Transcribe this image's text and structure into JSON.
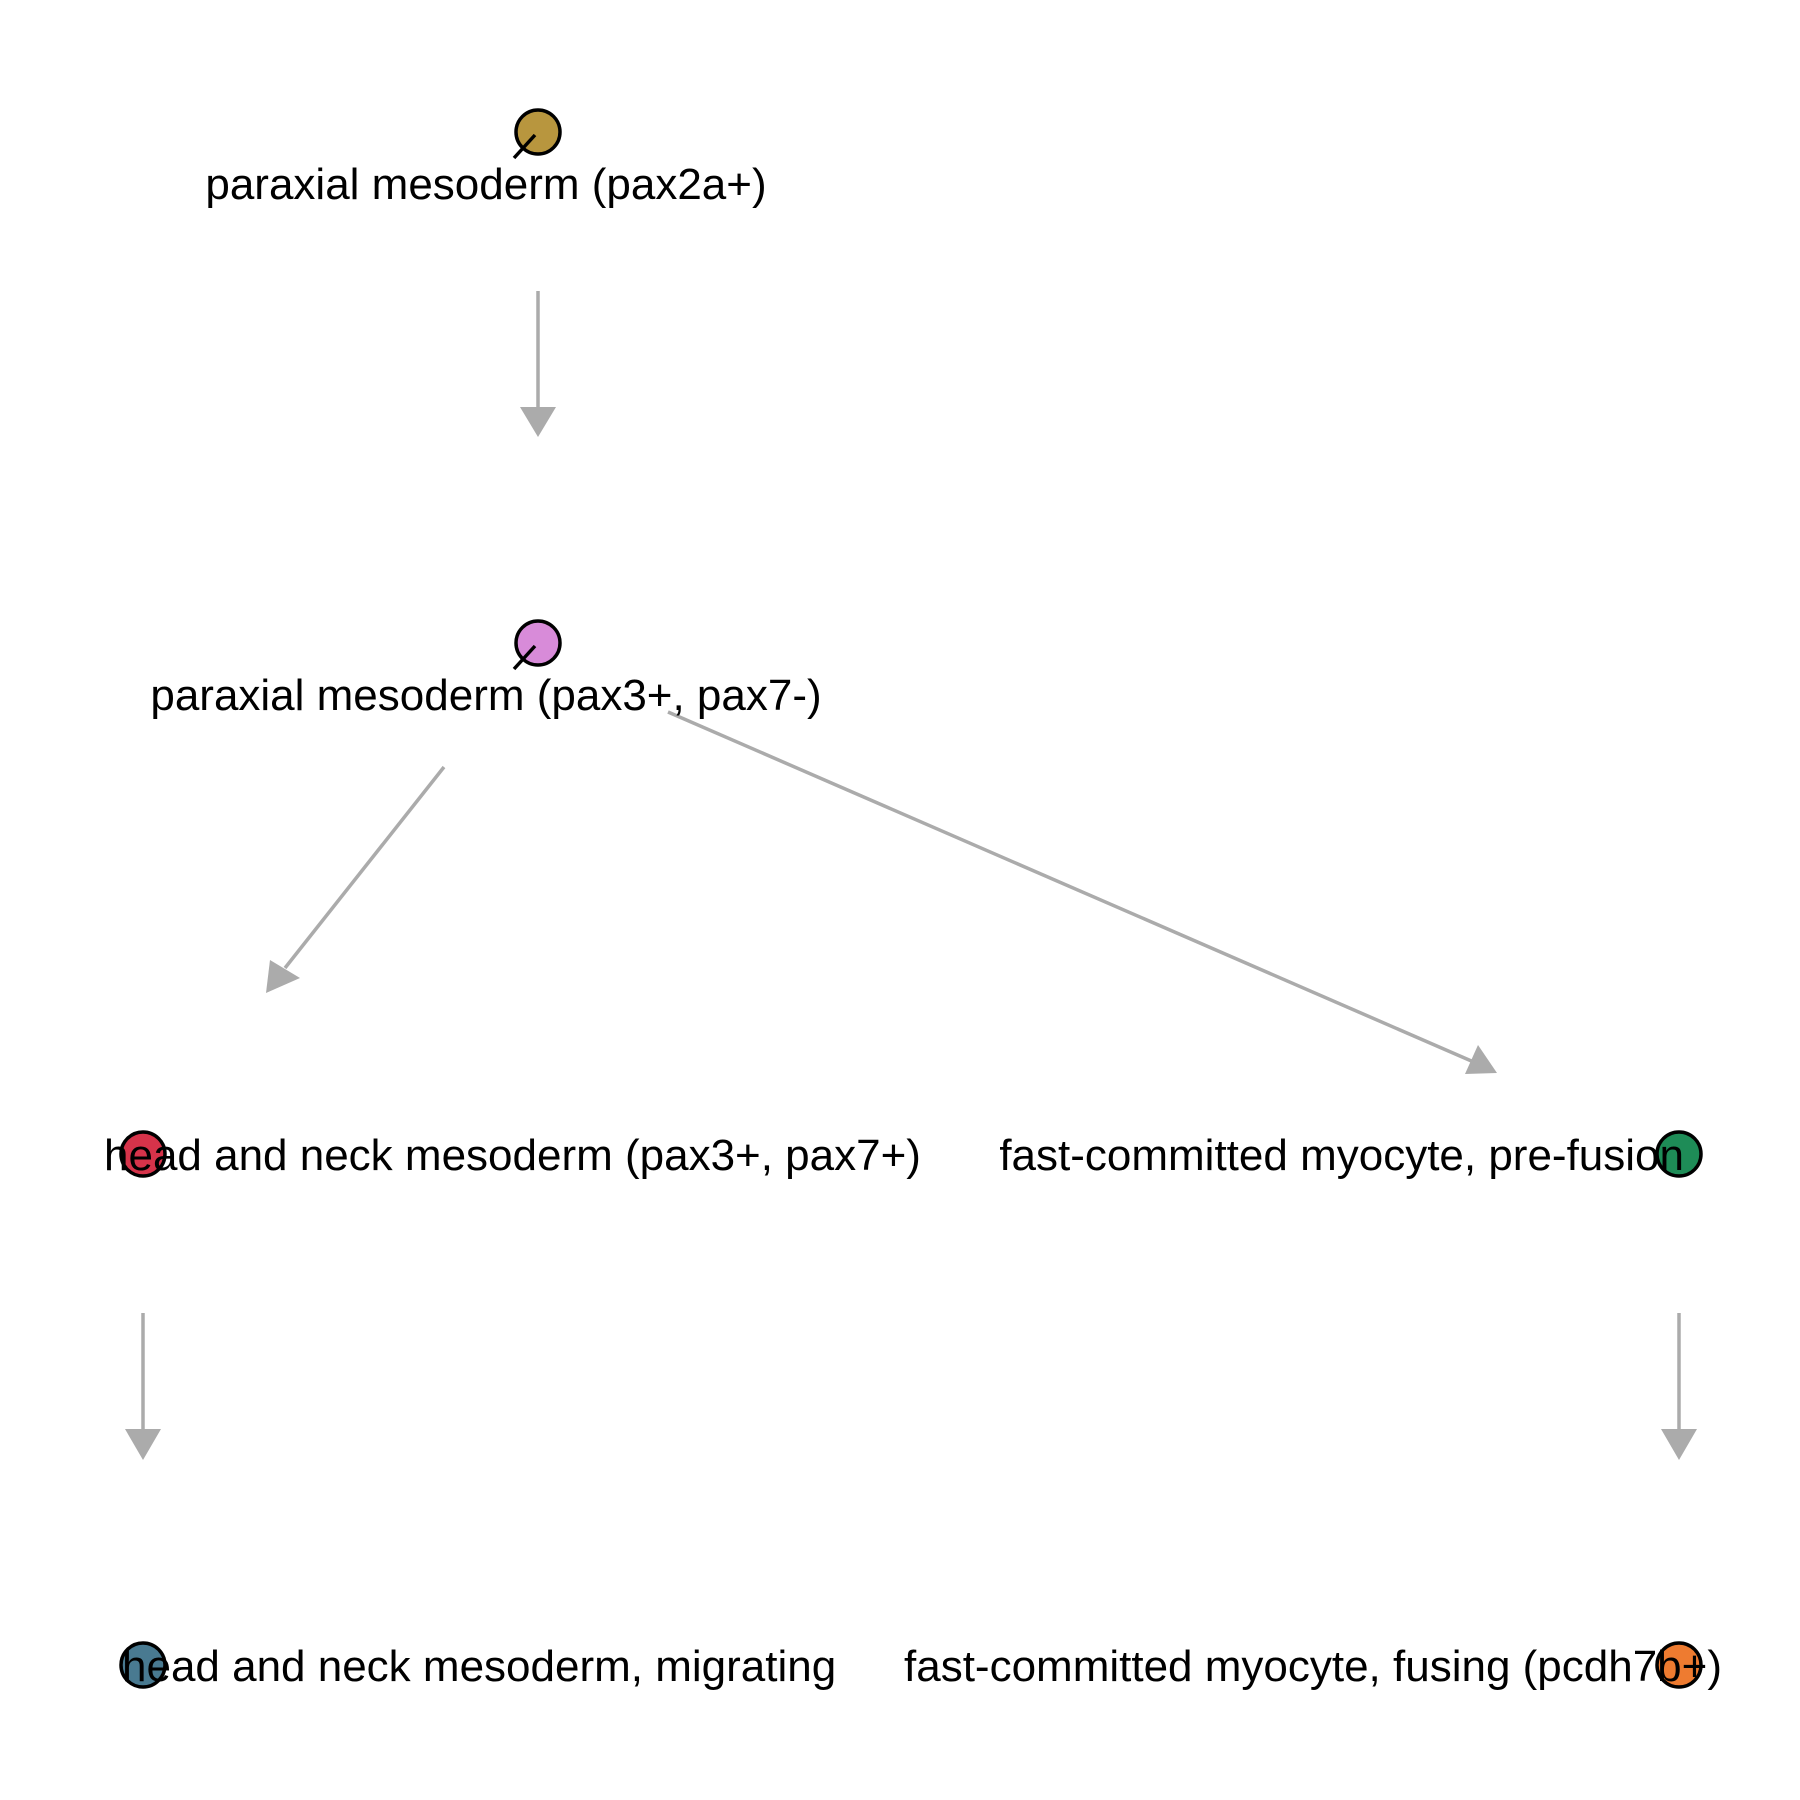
{
  "nodes": [
    {
      "id": "pm_pax2a",
      "label": "paraxial mesoderm (pax2a+)",
      "color": "#B8963E"
    },
    {
      "id": "pm_pax3",
      "label": "paraxial mesoderm (pax3+, pax7-)",
      "color": "#D88BD9"
    },
    {
      "id": "hn_meso",
      "label": "head and neck mesoderm (pax3+, pax7+)",
      "color": "#D6334A"
    },
    {
      "id": "fast_pre",
      "label": "fast-committed myocyte, pre-fusion",
      "color": "#1E8C57"
    },
    {
      "id": "hn_migr",
      "label": "head and neck mesoderm, migrating",
      "color": "#497A91"
    },
    {
      "id": "fast_fus",
      "label": "fast-committed myocyte, fusing (pcdh7b+)",
      "color": "#EE7B30"
    }
  ],
  "edges": [
    {
      "from": "pm_pax2a",
      "to": "pm_pax3"
    },
    {
      "from": "pm_pax3",
      "to": "hn_meso"
    },
    {
      "from": "pm_pax3",
      "to": "fast_pre"
    },
    {
      "from": "hn_meso",
      "to": "hn_migr"
    },
    {
      "from": "fast_pre",
      "to": "fast_fus"
    }
  ],
  "style": {
    "edge_color": "#ababab"
  }
}
